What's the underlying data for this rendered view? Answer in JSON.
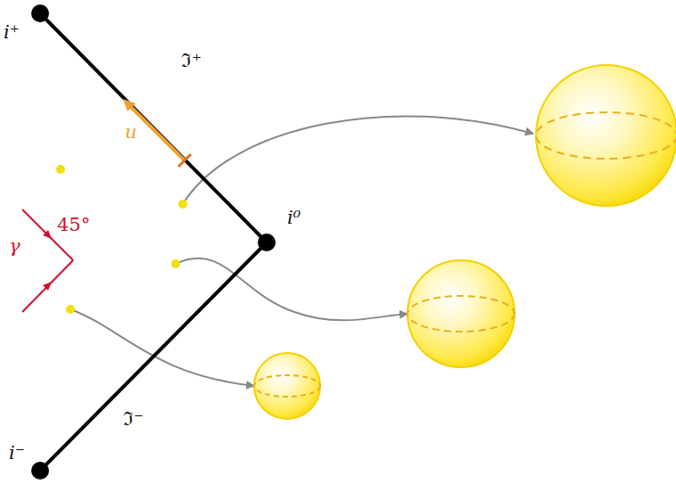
{
  "diagram": {
    "labels": [
      "i⁺",
      "ℑ⁺",
      "u",
      "45°",
      "γ",
      "i⁰",
      "ℑ⁻",
      "i⁻"
    ]
  }
}
